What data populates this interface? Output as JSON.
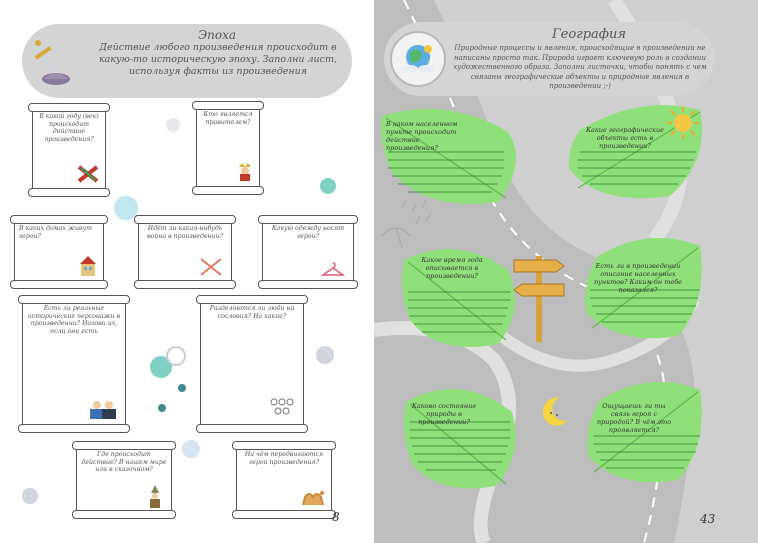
{
  "left_page": {
    "title": "Эпоха",
    "description": "Действие любого произведения происходит в какую-то историческую эпоху. Заполни лист, используя факты из произведения",
    "page_number": "8",
    "scrolls": [
      {
        "id": "era",
        "label": "В какой году (век) происходит действие произведения?"
      },
      {
        "id": "ruler",
        "label": "Кто является правителем?"
      },
      {
        "id": "clothing",
        "label": "В каких домах живут герои?"
      },
      {
        "id": "war",
        "label": "Идёт ли какая-нибудь война в произведении?"
      },
      {
        "id": "dress",
        "label": "Какую одежду носят герои?"
      },
      {
        "id": "real-people",
        "label": "Есть ли реальные исторические персонажи в произведении? Назови их, если они есть"
      },
      {
        "id": "classes",
        "label": "Разделяются ли люди на сословия? На какие?"
      },
      {
        "id": "place",
        "label": "Где происходит действие? В нашем мире или в сказочном?"
      },
      {
        "id": "transport",
        "label": "На чём передвигаются герои произведения?"
      }
    ]
  },
  "right_page": {
    "title": "География",
    "description": "Природные процессы и явления, происходящие в произведении не написаны просто так. Природа играет ключевую роль в создании художественного образа. Заполни листочки, чтобы понять с чем связаны географические объекты и природные явления в произведении ;-)",
    "page_number": "43",
    "leaves": [
      {
        "id": "settlement",
        "label": "В каком населенном пункте происходит действие произведения?"
      },
      {
        "id": "geo-objects",
        "label": "Какие географические объекты есть в произведении?"
      },
      {
        "id": "season",
        "label": "Какое время года описывается в произведении?"
      },
      {
        "id": "other-places",
        "label": "Есть ли в произведении описание населенных пунктов? Каким он тебе показался?"
      },
      {
        "id": "nature-state",
        "label": "Каково состояние природы в произведении?"
      },
      {
        "id": "hero-nature",
        "label": "Ощущаешь ли ты связь героя с природой? В чём это проявляется?"
      }
    ]
  },
  "colors": {
    "banner": "#d4d4d4",
    "leaf": "#8fe07a",
    "leaf_dark": "#6cc856",
    "road": "#c9c9c9",
    "road_line": "#ffffff",
    "deco_teal": "#7fd1c4",
    "deco_blue": "#bcd3ea",
    "deco_grey": "#d0d4dc"
  }
}
